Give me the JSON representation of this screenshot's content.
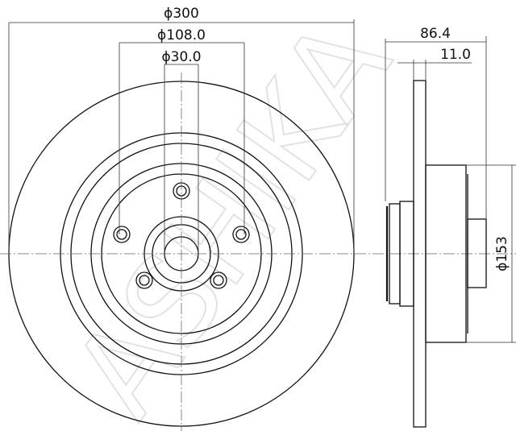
{
  "drawing": {
    "dimensions": {
      "outer_diameter": "ϕ300",
      "bolt_circle_diameter": "ϕ108.0",
      "center_bore_diameter": "ϕ30.0",
      "overall_height": "86.4",
      "disc_thickness": "11.0",
      "hub_diameter": "ϕ153"
    },
    "watermark": "ASHIKA",
    "colors": {
      "line": "#111111",
      "thin": "#555555",
      "watermark": "#dddddd"
    }
  }
}
